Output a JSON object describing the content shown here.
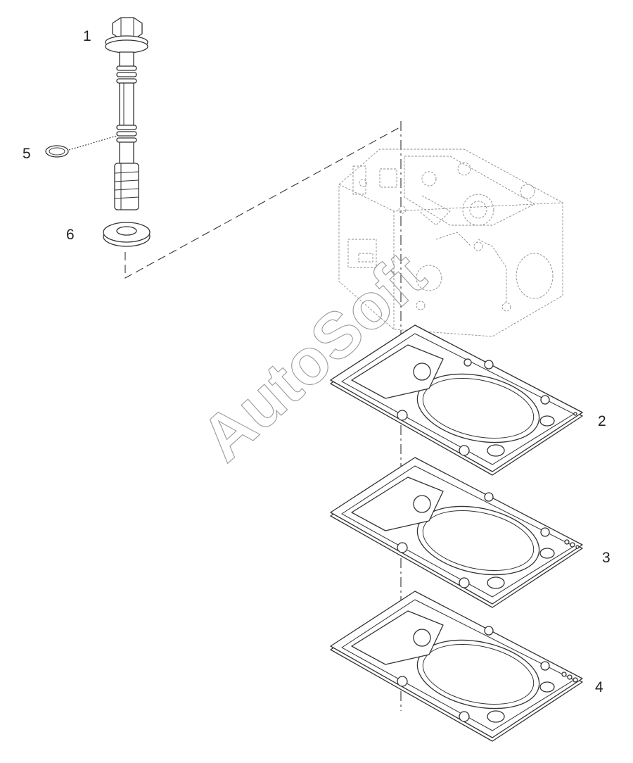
{
  "callouts": {
    "c1": "1",
    "c2": "2",
    "c3": "3",
    "c4": "4",
    "c5": "5",
    "c6": "6"
  },
  "watermark": "AutoSoft",
  "colors": {
    "line": "#333333",
    "ghost": "#8a8a8a",
    "watermark": "#9a9a9a",
    "background": "#ffffff"
  }
}
